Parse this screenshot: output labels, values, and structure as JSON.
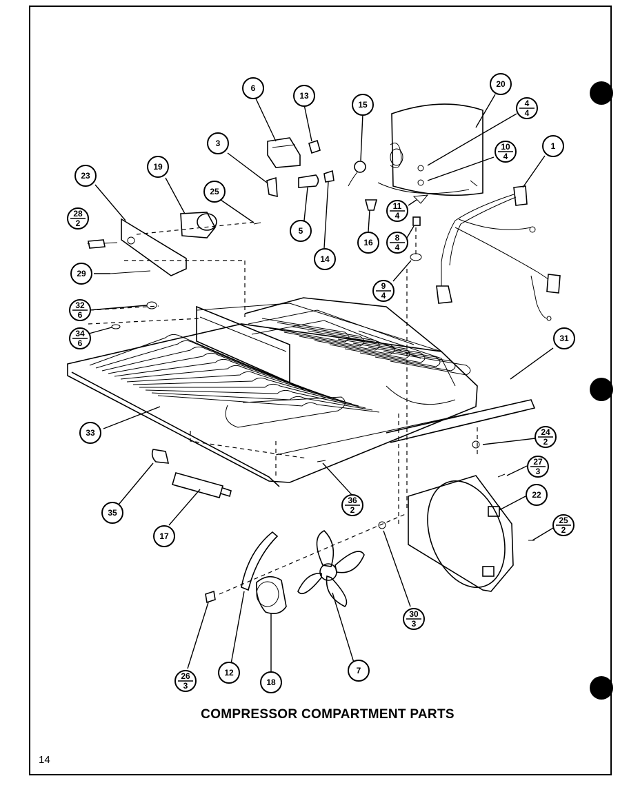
{
  "title": "COMPRESSOR COMPARTMENT PARTS",
  "page_number": "14",
  "callouts": [
    {
      "num": "6"
    },
    {
      "num": "13"
    },
    {
      "num": "15"
    },
    {
      "num": "20"
    },
    {
      "num": "4",
      "qty": "4"
    },
    {
      "num": "10",
      "qty": "4"
    },
    {
      "num": "1"
    },
    {
      "num": "3"
    },
    {
      "num": "19"
    },
    {
      "num": "23"
    },
    {
      "num": "25"
    },
    {
      "num": "28",
      "qty": "2"
    },
    {
      "num": "5"
    },
    {
      "num": "14"
    },
    {
      "num": "11",
      "qty": "4"
    },
    {
      "num": "16"
    },
    {
      "num": "8",
      "qty": "4"
    },
    {
      "num": "29"
    },
    {
      "num": "9",
      "qty": "4"
    },
    {
      "num": "32",
      "qty": "6"
    },
    {
      "num": "34",
      "qty": "6"
    },
    {
      "num": "31"
    },
    {
      "num": "33"
    },
    {
      "num": "24",
      "qty": "2"
    },
    {
      "num": "27",
      "qty": "3"
    },
    {
      "num": "22"
    },
    {
      "num": "36",
      "qty": "2"
    },
    {
      "num": "35"
    },
    {
      "num": "17"
    },
    {
      "num": "25",
      "qty": "2"
    },
    {
      "num": "30",
      "qty": "3"
    },
    {
      "num": "26",
      "qty": "3"
    },
    {
      "num": "12"
    },
    {
      "num": "18"
    },
    {
      "num": "7"
    }
  ]
}
